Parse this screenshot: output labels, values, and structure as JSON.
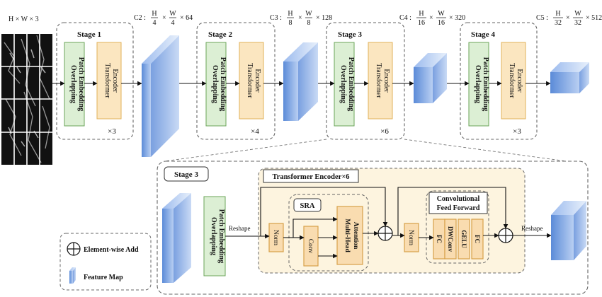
{
  "input": {
    "label": "H × W × 3"
  },
  "feature_labels": [
    {
      "prefix": "C2 :",
      "h_num": "H",
      "h_den": "4",
      "w_num": "W",
      "w_den": "4",
      "channels": "× 64"
    },
    {
      "prefix": "C3 :",
      "h_num": "H",
      "h_den": "8",
      "w_num": "W",
      "w_den": "8",
      "channels": "× 128"
    },
    {
      "prefix": "C4 :",
      "h_num": "H",
      "h_den": "16",
      "w_num": "W",
      "w_den": "16",
      "channels": "× 320"
    },
    {
      "prefix": "C5 :",
      "h_num": "H",
      "h_den": "32",
      "w_num": "W",
      "w_den": "32",
      "channels": "× 512"
    }
  ],
  "times_symbol": "×",
  "stages": [
    {
      "title": "Stage 1",
      "repeat": "×3"
    },
    {
      "title": "Stage 2",
      "repeat": "×4"
    },
    {
      "title": "Stage 3",
      "repeat": "×6"
    },
    {
      "title": "Stage 4",
      "repeat": "×3"
    }
  ],
  "blocks": {
    "patch_embed": [
      "Overlapping",
      "Patch Embedding"
    ],
    "transformer_encoder": [
      "Transformer",
      "Encoder"
    ]
  },
  "detail": {
    "stage_title": "Stage 3",
    "encoder_title": "Transformer Encoder×6",
    "sra_title": "SRA",
    "ffn_title": [
      "Convolutional",
      "Feed Forward"
    ],
    "reshape_in": "Reshape",
    "reshape_out": "Reshape",
    "norm": "Norm",
    "conv": "Conv",
    "mha": [
      "Multi-Head",
      "Attention"
    ],
    "fc": "FC",
    "dwconv": "DWConv",
    "gelu": "GELU"
  },
  "legend": {
    "add_label": "Element-wise Add",
    "feature_map_label": "Feature Map"
  },
  "colors": {
    "patch_embed_fill": "#dcefd4",
    "patch_embed_stroke": "#6ba65a",
    "encoder_fill": "#fbe6c0",
    "encoder_stroke": "#e2b15a",
    "encoder_region_fill": "#fdf4df",
    "detail_block_fill": "#f9dcb0",
    "detail_block_stroke": "#d8a04a",
    "feature_light": "#dce8f8",
    "feature_dark": "#5b8bd8"
  }
}
